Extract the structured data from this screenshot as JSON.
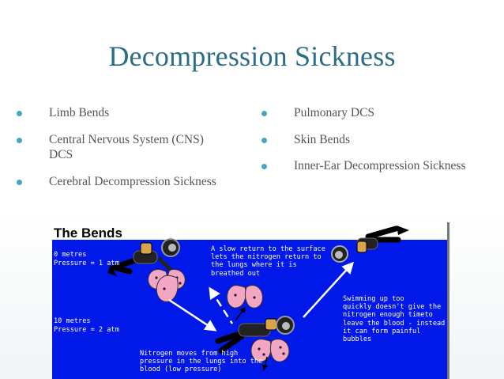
{
  "title": "Decompression Sickness",
  "left_bullets": [
    "Limb Bends",
    "Central Nervous System (CNS) DCS",
    "Cerebral Decompression Sickness"
  ],
  "right_bullets": [
    "Pulmonary DCS",
    "Skin Bends",
    "Inner-Ear Decompression Sickness"
  ],
  "figure": {
    "title": "The Bends",
    "depth0": "0 metres",
    "pressure0": "Pressure = 1 atm",
    "depth10": "10 metres",
    "pressure10": "Pressure = 2 atm",
    "note_return": [
      "A slow return to the surface",
      "lets the nitrogen return to",
      "the lungs where it is",
      "breathed out"
    ],
    "note_swim": [
      "Swimming up too",
      "quickly doesn't give the",
      "nitrogen enough timeto",
      "leave the blood - instead",
      "it can form painful",
      "bubbles"
    ],
    "note_moves": [
      "Nitrogen moves from high",
      "pressure in the lungs into the",
      "blood (low pressure)"
    ]
  },
  "colors": {
    "title": "#2b6d86",
    "bullet": "#47a5bf",
    "body_text": "#555555",
    "water": "#0018e8"
  }
}
